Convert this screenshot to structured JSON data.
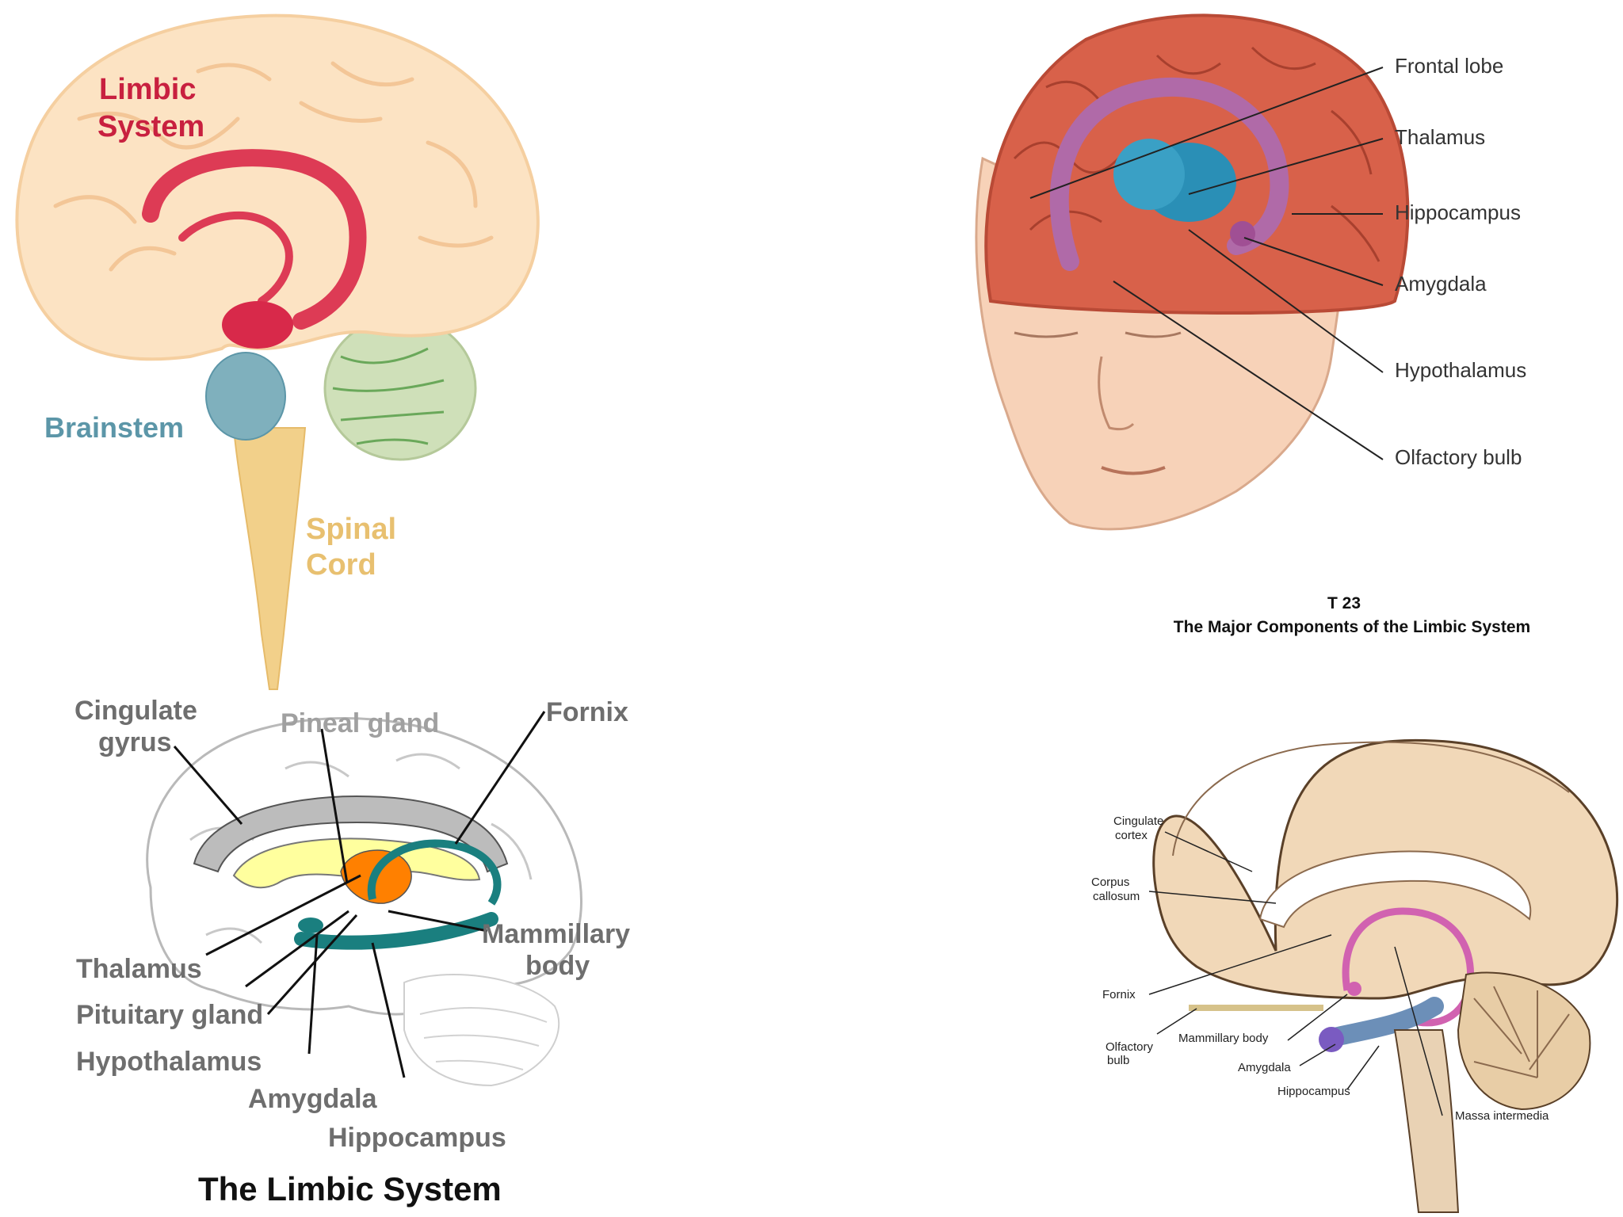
{
  "overview": {
    "limbic_line1": "Limbic",
    "limbic_line2": "System",
    "brainstem": "Brainstem",
    "spinal_line1": "Spinal",
    "spinal_line2": "Cord"
  },
  "head": {
    "labels": [
      "Frontal lobe",
      "Thalamus",
      "Hippocampus",
      "Amygdala",
      "Hypothalamus",
      "Olfactory bulb"
    ]
  },
  "labeled": {
    "cingulate_line1": "Cingulate",
    "cingulate_line2": "gyrus",
    "pineal": "Pineal gland",
    "fornix": "Fornix",
    "mammillary_line1": "Mammillary",
    "mammillary_line2": "body",
    "thalamus": "Thalamus",
    "pituitary": "Pituitary gland",
    "hypothalamus": "Hypothalamus",
    "amygdala": "Amygdala",
    "hippocampus": "Hippocampus",
    "title": "The Limbic System"
  },
  "major": {
    "code": "T 23",
    "title": "The Major Components of the Limbic System",
    "cingulate_line1": "Cingulate",
    "cingulate_line2": "cortex",
    "corpus_line1": "Corpus",
    "corpus_line2": "callosum",
    "fornix": "Fornix",
    "olfactory_line1": "Olfactory",
    "olfactory_line2": "bulb",
    "mammillary": "Mammillary body",
    "amygdala": "Amygdala",
    "hippocampus": "Hippocampus",
    "massa": "Massa intermedia"
  },
  "colors": {
    "limbic_red": "#c8203f",
    "brainstem_teal": "#5c96a8",
    "spinal_gold": "#e8c070",
    "label_gray": "#6e6e6e",
    "fornix_teal": "#1a7f7f",
    "orange": "#ff8000",
    "cerebrum_peach": "#fce3c3"
  },
  "icons": [
    "brain-illustration",
    "head-illustration",
    "brain-outline",
    "brain-sagittal"
  ]
}
